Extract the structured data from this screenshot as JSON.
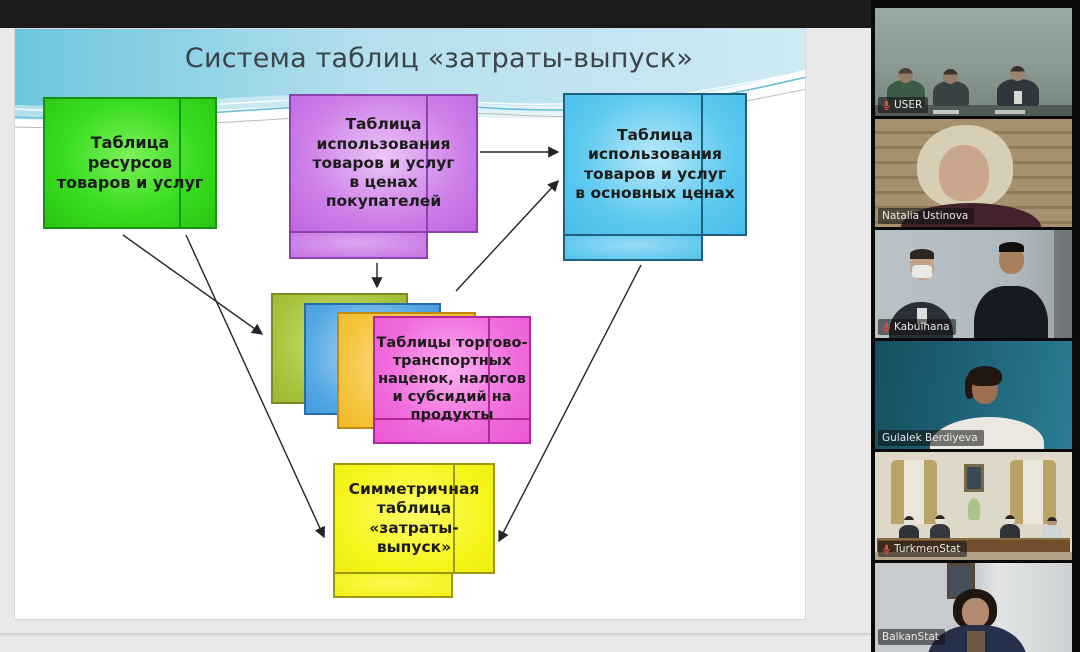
{
  "slide": {
    "title": "Система таблиц «затраты-выпуск»",
    "boxes": {
      "resources": {
        "label": "Таблица\nресурсов\nтоваров и услуг",
        "fill": "#39dd1f"
      },
      "use_purchasers": {
        "label": "Таблица\nиспользования\nтоваров и услуг\nв ценах\nпокупателей",
        "fill": "#cd7fe8"
      },
      "use_basic": {
        "label": "Таблица\nиспользования\nтоваров и услуг\nв основных ценах",
        "fill": "#5cc9ef"
      },
      "trade_margins": {
        "label": "Таблицы торгово-\nтранспортных\nнаценок, налогов\nи субсидий на\nпродукты",
        "fill": "#f06cdc"
      },
      "symmetric": {
        "label": "Симметричная\nтаблица\n«затраты-\nвыпуск»",
        "fill": "#f6f317"
      }
    },
    "connections": [
      {
        "from": "resources",
        "to": "trade_margins"
      },
      {
        "from": "resources",
        "to": "symmetric"
      },
      {
        "from": "use_purchasers",
        "to": "trade_margins"
      },
      {
        "from": "use_purchasers",
        "to": "use_basic"
      },
      {
        "from": "trade_margins",
        "to": "use_basic"
      },
      {
        "from": "use_basic",
        "to": "symmetric"
      }
    ]
  },
  "participants": [
    {
      "name": "USER",
      "muted": true,
      "active": false
    },
    {
      "name": "Natalia Ustinova",
      "muted": false,
      "active": false
    },
    {
      "name": "Kabulhana",
      "muted": true,
      "active": false
    },
    {
      "name": "Gulalek Berdiyeva",
      "muted": false,
      "active": true
    },
    {
      "name": "TurkmenStat",
      "muted": true,
      "active": false
    },
    {
      "name": "BalkanStat",
      "muted": false,
      "active": false
    }
  ],
  "accent": {
    "active_speaker_border": "#dde35c",
    "muted_mic": "#e84a3a",
    "header_wave": "#6cc6dd"
  }
}
